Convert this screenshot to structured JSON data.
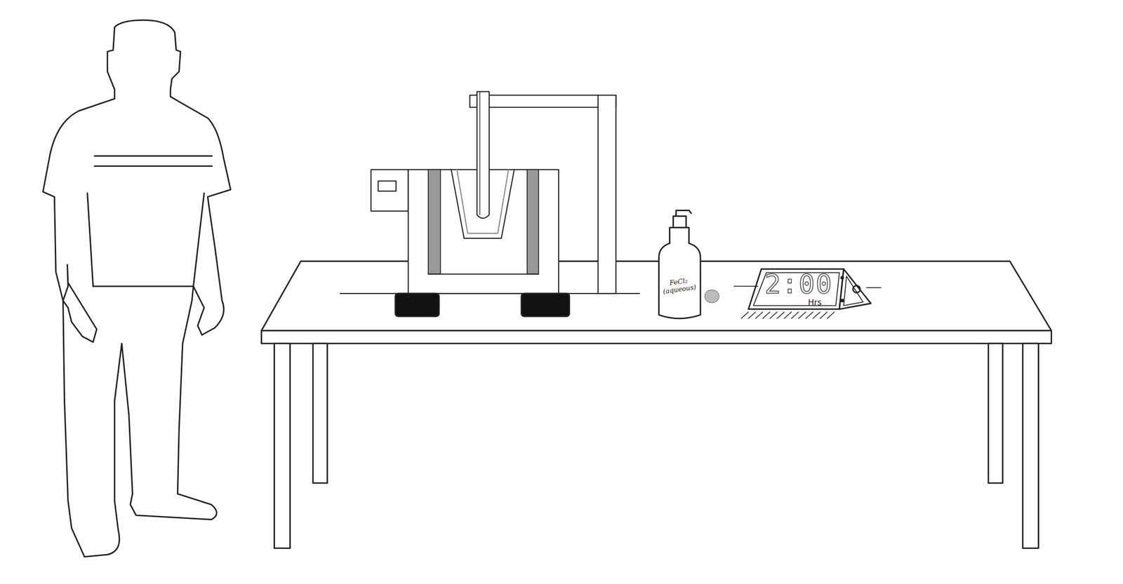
{
  "diagram": {
    "labels": [
      "FeCl₂ (aqueous)",
      "2:00",
      "Hrs"
    ]
  }
}
